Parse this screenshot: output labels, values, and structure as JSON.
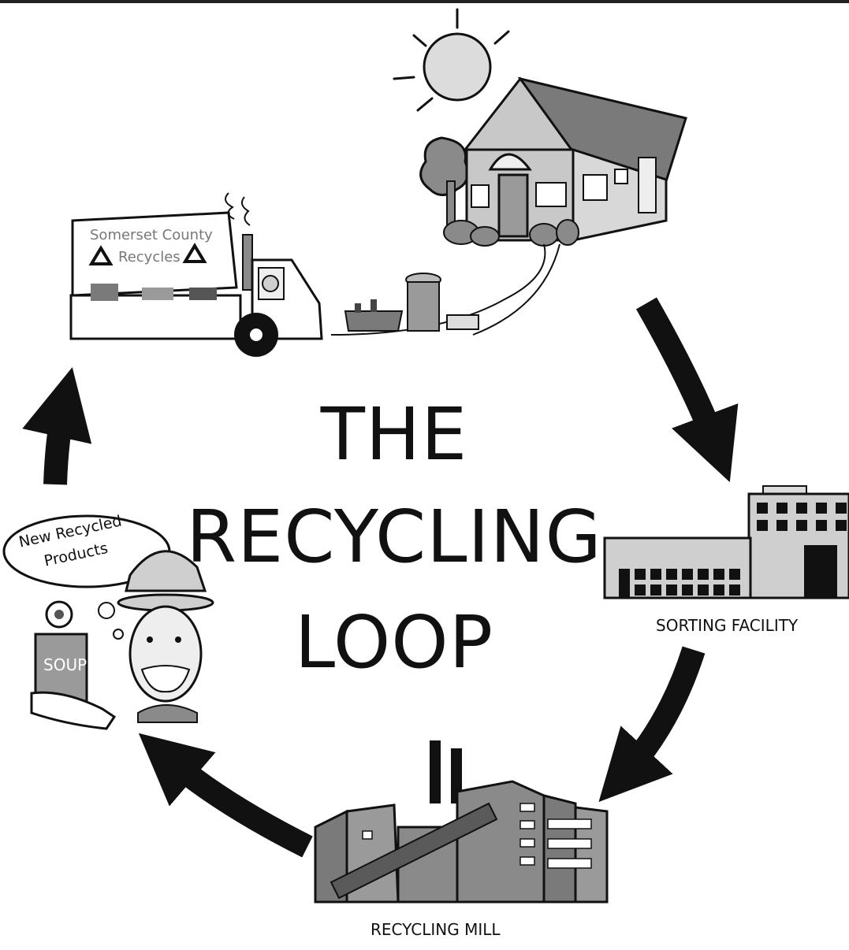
{
  "title": {
    "line1": "THE",
    "line2": "RECYCLING",
    "line3": "LOOP"
  },
  "truck": {
    "sign_line1": "Somerset County",
    "sign_line2": "Recycles"
  },
  "bubble": {
    "line1": "New Recycled",
    "line2": "Products"
  },
  "can": {
    "label": "SOUP"
  },
  "labels": {
    "sorting": "SORTING FACILITY",
    "mill": "RECYCLING MILL"
  },
  "colors": {
    "ink": "#111111",
    "building": "#cfcfcf",
    "dark": "#7a7a7a",
    "sun": "#dcdcdc"
  }
}
